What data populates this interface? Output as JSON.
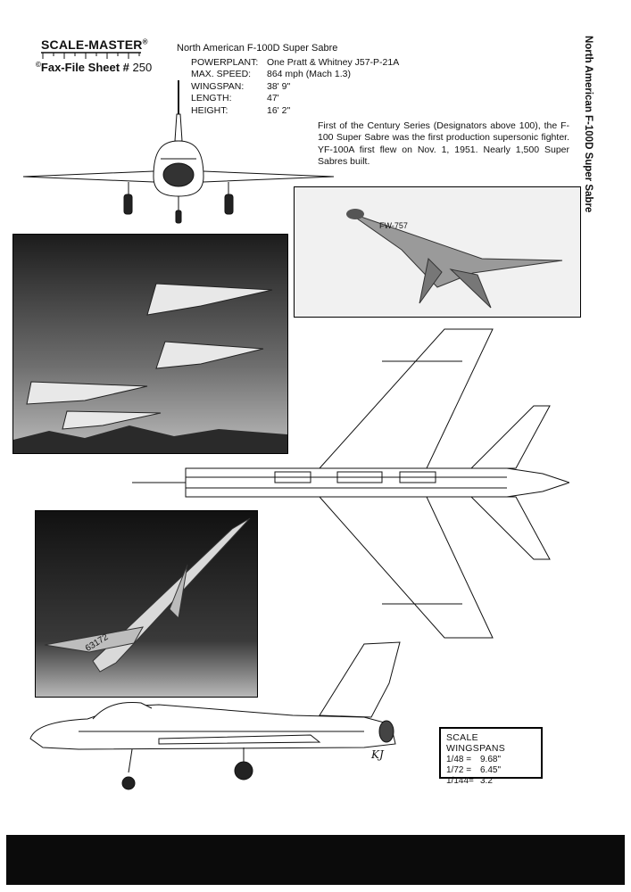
{
  "header": {
    "brand": "SCALE-MASTER",
    "brand_mark": "®",
    "copyright_mark": "©",
    "sheet_label": "Fax-File Sheet #",
    "sheet_number": "250"
  },
  "aircraft": {
    "title": "North American F-100D Super Sabre",
    "side_title": "North American F-100D Super Sabre",
    "specs": [
      {
        "label": "POWERPLANT:",
        "value": "One Pratt & Whitney J57-P-21A"
      },
      {
        "label": "MAX. SPEED:",
        "value": "864 mph (Mach 1.3)"
      },
      {
        "label": "WINGSPAN:",
        "value": "38' 9\""
      },
      {
        "label": "LENGTH:",
        "value": "47'"
      },
      {
        "label": "HEIGHT:",
        "value": "16' 2\""
      }
    ],
    "description": "First of the Century Series (Designators above 100), the F-100 Super Sabre was the first production supersonic fighter. YF-100A first flew on Nov. 1, 1951. Nearly 1,500 Super Sabres built."
  },
  "photos": {
    "photo1_marking": "FW-757",
    "photo3_marking": "63172"
  },
  "signature": "KJ",
  "scale_box": {
    "title": "SCALE WINGSPANS",
    "rows": [
      {
        "scale": "1/48 =",
        "span": "9.68\""
      },
      {
        "scale": "1/72 =",
        "span": "6.45\""
      },
      {
        "scale": "1/144=",
        "span": "3.2\""
      }
    ]
  }
}
